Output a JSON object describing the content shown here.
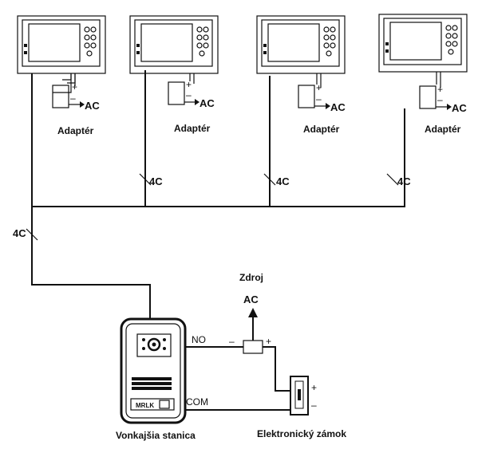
{
  "labels": {
    "adapter": "Adaptér",
    "ac": "AC",
    "plus": "+",
    "minus": "–",
    "wire_4c": "4C",
    "source": "Zdroj",
    "no": "NO",
    "com": "COM",
    "outdoor_station": "Vonkajšia stanica",
    "electronic_lock": "Elektronický zámok",
    "panel_tag": "MRLK"
  },
  "monitors": [
    {
      "adapter_label": "Adaptér",
      "ac_label": "AC",
      "wire_label": "4C"
    },
    {
      "adapter_label": "Adaptér",
      "ac_label": "AC",
      "wire_label": "4C"
    },
    {
      "adapter_label": "Adaptér",
      "ac_label": "AC",
      "wire_label": "4C"
    },
    {
      "adapter_label": "Adaptér",
      "ac_label": "AC",
      "wire_label": "4C"
    }
  ],
  "colors": {
    "ink": "#111111",
    "background": "#ffffff"
  }
}
